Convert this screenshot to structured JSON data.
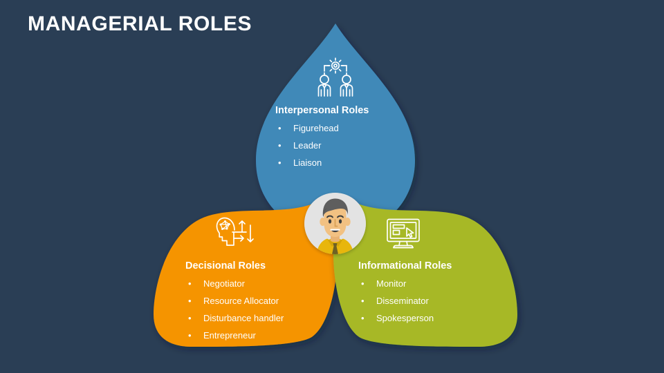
{
  "slide": {
    "title": "MANAGERIAL ROLES",
    "background_color": "#2a3e55"
  },
  "diagram": {
    "type": "trefoil-petal-venn",
    "center_avatar": {
      "icon": "manager-avatar-icon",
      "description": "smiling male manager with dark hair, yellow shirt and olive tie",
      "circle_color": "#e3e3e3",
      "hair_color": "#5e5e5e",
      "skin_color": "#f2c182",
      "shirt_color": "#e8b60c",
      "tie_color": "#6e6124"
    },
    "petals": [
      {
        "id": "interpersonal",
        "heading": "Interpersonal Roles",
        "color": "#4189b8",
        "icon": "two-people-gear-icon",
        "items": [
          "Figurehead",
          "Leader",
          "Liaison"
        ],
        "bullet": "•"
      },
      {
        "id": "decisional",
        "heading": "Decisional Roles",
        "color": "#f59400",
        "icon": "head-decision-arrows-icon",
        "items": [
          "Negotiator",
          "Resource Allocator",
          "Disturbance handler",
          "Entrepreneur"
        ],
        "bullet": "•"
      },
      {
        "id": "informational",
        "heading": "Informational Roles",
        "color": "#a7b828",
        "icon": "monitor-cursor-icon",
        "items": [
          "Monitor",
          "Disseminator",
          "Spokesperson"
        ],
        "bullet": "•"
      }
    ]
  }
}
